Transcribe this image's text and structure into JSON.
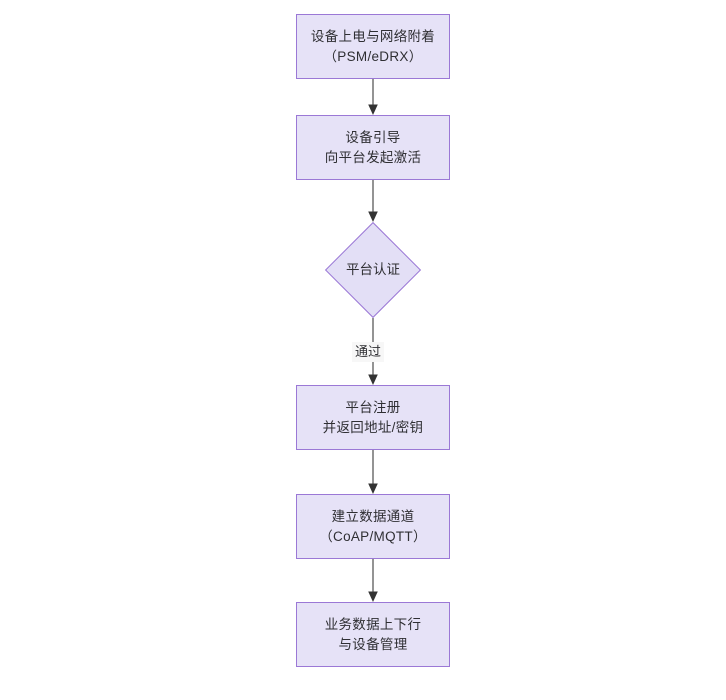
{
  "diagram": {
    "type": "flowchart",
    "orientation": "top-to-bottom",
    "background_color": "#ffffff",
    "node_fill_color": "#e6e2f7",
    "node_border_color": "#9b78d6",
    "text_color": "#2f2f33",
    "connector_color": "#4d4d4d",
    "nodes": [
      {
        "id": "n1",
        "shape": "rectangle",
        "lines": [
          "设备上电与网络附着",
          "（PSM/eDRX）"
        ]
      },
      {
        "id": "n2",
        "shape": "rectangle",
        "lines": [
          "设备引导",
          "向平台发起激活"
        ]
      },
      {
        "id": "n3",
        "shape": "diamond",
        "lines": [
          "平台认证"
        ]
      },
      {
        "id": "n4",
        "shape": "rectangle",
        "lines": [
          "平台注册",
          "并返回地址/密钥"
        ]
      },
      {
        "id": "n5",
        "shape": "rectangle",
        "lines": [
          "建立数据通道",
          "（CoAP/MQTT）"
        ]
      },
      {
        "id": "n6",
        "shape": "rectangle",
        "lines": [
          "业务数据上下行",
          "与设备管理"
        ]
      }
    ],
    "edges": [
      {
        "from": "n1",
        "to": "n2",
        "label": ""
      },
      {
        "from": "n2",
        "to": "n3",
        "label": ""
      },
      {
        "from": "n3",
        "to": "n4",
        "label": "通过"
      },
      {
        "from": "n4",
        "to": "n5",
        "label": ""
      },
      {
        "from": "n5",
        "to": "n6",
        "label": ""
      }
    ]
  }
}
